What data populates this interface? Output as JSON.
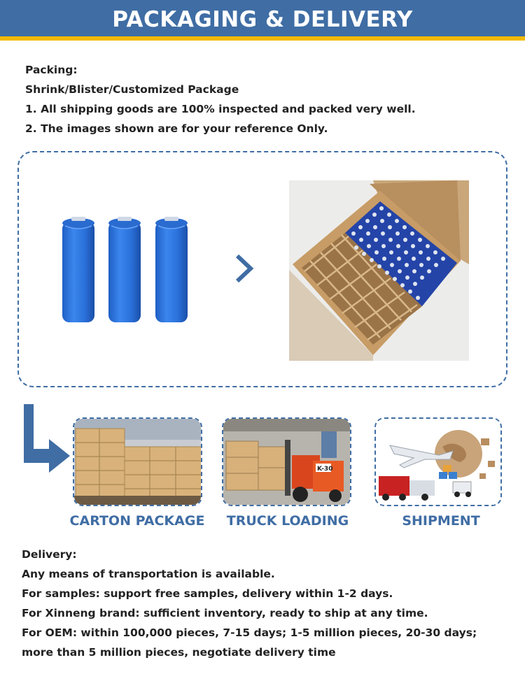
{
  "header": {
    "title": "PACKAGING & DELIVERY"
  },
  "packing": {
    "lines": [
      "Packing:",
      "Shrink/Blister/Customized Package",
      "1. All shipping goods are 100% inspected and packed very well.",
      "2. The images shown are for your reference Only."
    ]
  },
  "process": {
    "steps": [
      {
        "label": "CARTON PACKAGE"
      },
      {
        "label": "TRUCK LOADING"
      },
      {
        "label": "SHIPMENT"
      }
    ],
    "forklift_text": "K-30"
  },
  "delivery": {
    "lines": [
      "Delivery:",
      "Any means of transportation is available.",
      "For samples: support free samples, delivery within 1-2 days.",
      "For Xinneng brand: sufficient inventory, ready to ship at any time.",
      "For OEM: within 100,000 pieces, 7-15 days; 1-5 million pieces, 20-30 days;",
      "more than 5 million pieces, negotiate delivery time"
    ]
  },
  "colors": {
    "brand_blue": "#3f6da4",
    "accent_yellow": "#f2b900",
    "battery_blue": "#2c6fd6"
  },
  "icons": [
    "chevron-right-icon",
    "elbow-arrow-icon"
  ]
}
